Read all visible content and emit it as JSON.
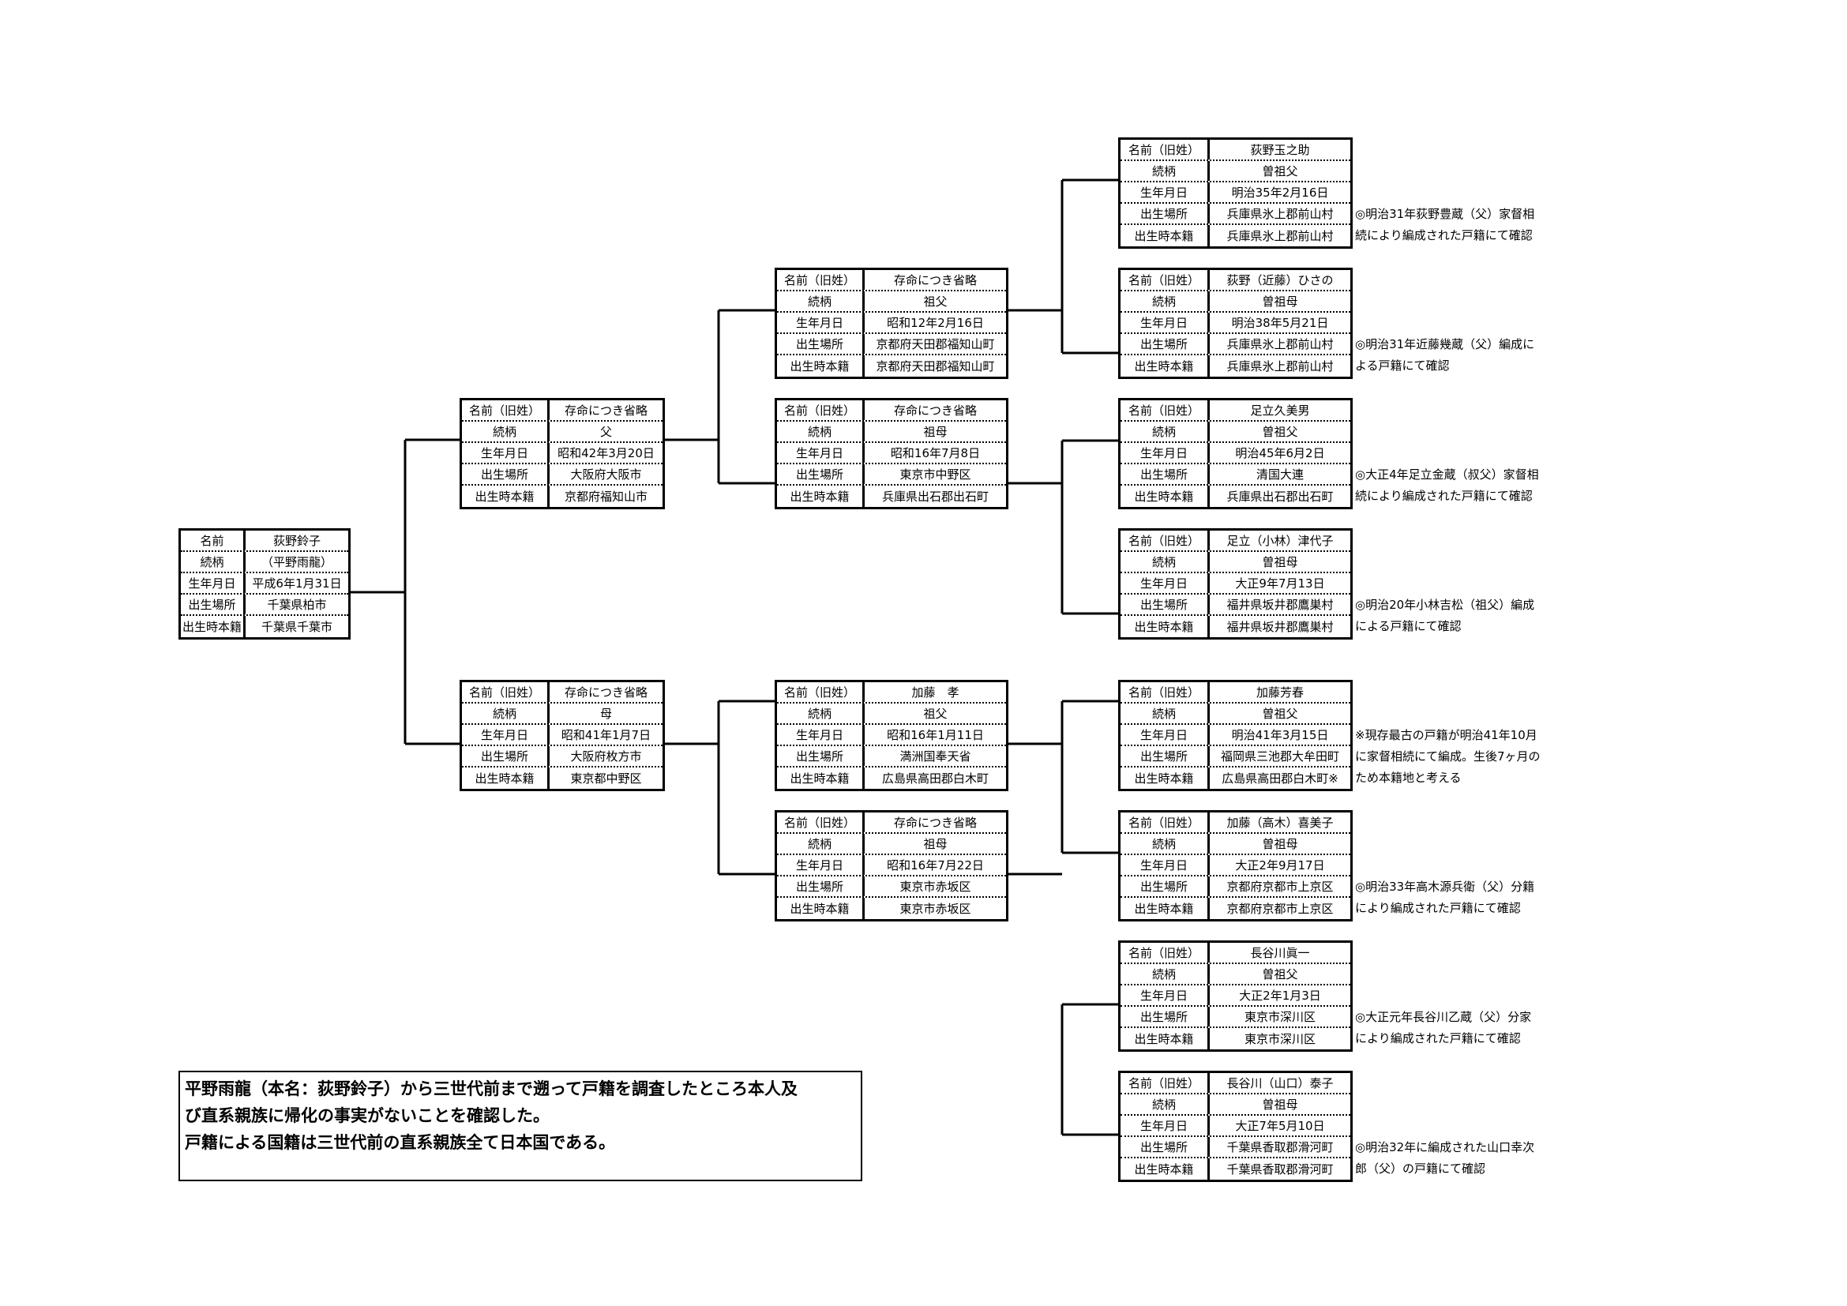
{
  "labels_self": [
    "名前",
    "続柄",
    "生年月日",
    "出生場所",
    "出生時本籍"
  ],
  "labels": [
    "名前（旧姓）",
    "続柄",
    "生年月日",
    "出生場所",
    "出生時本籍"
  ],
  "persons": [
    {
      "id": "self",
      "values": [
        "荻野鈴子",
        "（平野雨龍）",
        "平成6年1月31日",
        "千葉県柏市",
        "千葉県千葉市"
      ]
    },
    {
      "id": "father",
      "values": [
        "存命につき省略",
        "父",
        "昭和42年3月20日",
        "大阪府大阪市",
        "京都府福知山市"
      ]
    },
    {
      "id": "mother",
      "values": [
        "存命につき省略",
        "母",
        "昭和41年1月7日",
        "大阪府枚方市",
        "東京都中野区"
      ]
    },
    {
      "id": "paternal-grandfather",
      "values": [
        "存命につき省略",
        "祖父",
        "昭和12年2月16日",
        "京都府天田郡福知山町",
        "京都府天田郡福知山町"
      ]
    },
    {
      "id": "paternal-grandmother",
      "values": [
        "存命につき省略",
        "祖母",
        "昭和16年7月8日",
        "東京市中野区",
        "兵庫県出石郡出石町"
      ]
    },
    {
      "id": "maternal-grandfather",
      "values": [
        "加藤　孝",
        "祖父",
        "昭和16年1月11日",
        "満洲国奉天省",
        "広島県高田郡白木町"
      ]
    },
    {
      "id": "maternal-grandmother",
      "values": [
        "存命につき省略",
        "祖母",
        "昭和16年7月22日",
        "東京市赤坂区",
        "東京市赤坂区"
      ]
    },
    {
      "id": "ggf-1",
      "values": [
        "荻野玉之助",
        "曽祖父",
        "明治35年2月16日",
        "兵庫県氷上郡前山村",
        "兵庫県氷上郡前山村"
      ],
      "note": [
        "◎明治31年荻野豊蔵（父）家督相",
        "続により編成された戸籍にて確認"
      ]
    },
    {
      "id": "ggm-1",
      "values": [
        "荻野（近藤）ひさの",
        "曽祖母",
        "明治38年5月21日",
        "兵庫県氷上郡前山村",
        "兵庫県氷上郡前山村"
      ],
      "note": [
        "◎明治31年近藤幾蔵（父）編成に",
        "よる戸籍にて確認"
      ]
    },
    {
      "id": "ggf-2",
      "values": [
        "足立久美男",
        "曽祖父",
        "明治45年6月2日",
        "清国大連",
        "兵庫県出石郡出石町"
      ],
      "note": [
        "◎大正4年足立金蔵（叔父）家督相",
        "続により編成された戸籍にて確認"
      ]
    },
    {
      "id": "ggm-2",
      "values": [
        "足立（小林）津代子",
        "曽祖母",
        "大正9年7月13日",
        "福井県坂井郡鷹巣村",
        "福井県坂井郡鷹巣村"
      ],
      "note": [
        "◎明治20年小林吉松（祖父）編成",
        "による戸籍にて確認"
      ]
    },
    {
      "id": "ggf-3",
      "values": [
        "加藤芳春",
        "曽祖父",
        "明治41年3月15日",
        "福岡県三池郡大牟田町",
        "広島県高田郡白木町※"
      ],
      "note": [
        "※現存最古の戸籍が明治41年10月",
        "に家督相続にて編成。生後7ヶ月の",
        "ため本籍地と考える"
      ]
    },
    {
      "id": "ggm-3",
      "values": [
        "加藤（高木）喜美子",
        "曽祖母",
        "大正2年9月17日",
        "京都府京都市上京区",
        "京都府京都市上京区"
      ],
      "note": [
        "◎明治33年高木源兵衛（父）分籍",
        "により編成された戸籍にて確認"
      ]
    },
    {
      "id": "ggf-4",
      "values": [
        "長谷川眞一",
        "曽祖父",
        "大正2年1月3日",
        "東京市深川区",
        "東京市深川区"
      ],
      "note": [
        "◎大正元年長谷川乙蔵（父）分家",
        "により編成された戸籍にて確認"
      ]
    },
    {
      "id": "ggm-4",
      "values": [
        "長谷川（山口）泰子",
        "曽祖母",
        "大正7年5月10日",
        "千葉県香取郡滑河町",
        "千葉県香取郡滑河町"
      ],
      "note": [
        "◎明治32年に編成された山口幸次",
        "郎（父）の戸籍にて確認"
      ]
    }
  ],
  "summary": {
    "line1": "平野雨龍（本名：荻野鈴子）から三世代前まで遡って戸籍を調査したところ本人及",
    "line2": "び直系親族に帰化の事実がないことを確認した。",
    "line3": "戸籍による国籍は三世代前の直系親族全て日本国である。"
  }
}
